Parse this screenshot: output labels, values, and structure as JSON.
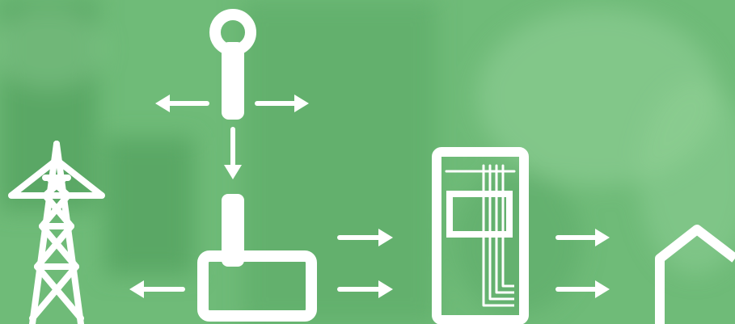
{
  "colors": {
    "background": "#6fbb78",
    "background_dark": "#5aa765",
    "background_light": "#8fcf95",
    "foreground": "#ffffff"
  },
  "diagram": {
    "icons": [
      "transmission-tower-icon",
      "generator-icon",
      "switchboard-icon",
      "house-icon"
    ],
    "arrows": [
      "left",
      "right",
      "down",
      "left",
      "right",
      "right",
      "right",
      "right"
    ]
  }
}
